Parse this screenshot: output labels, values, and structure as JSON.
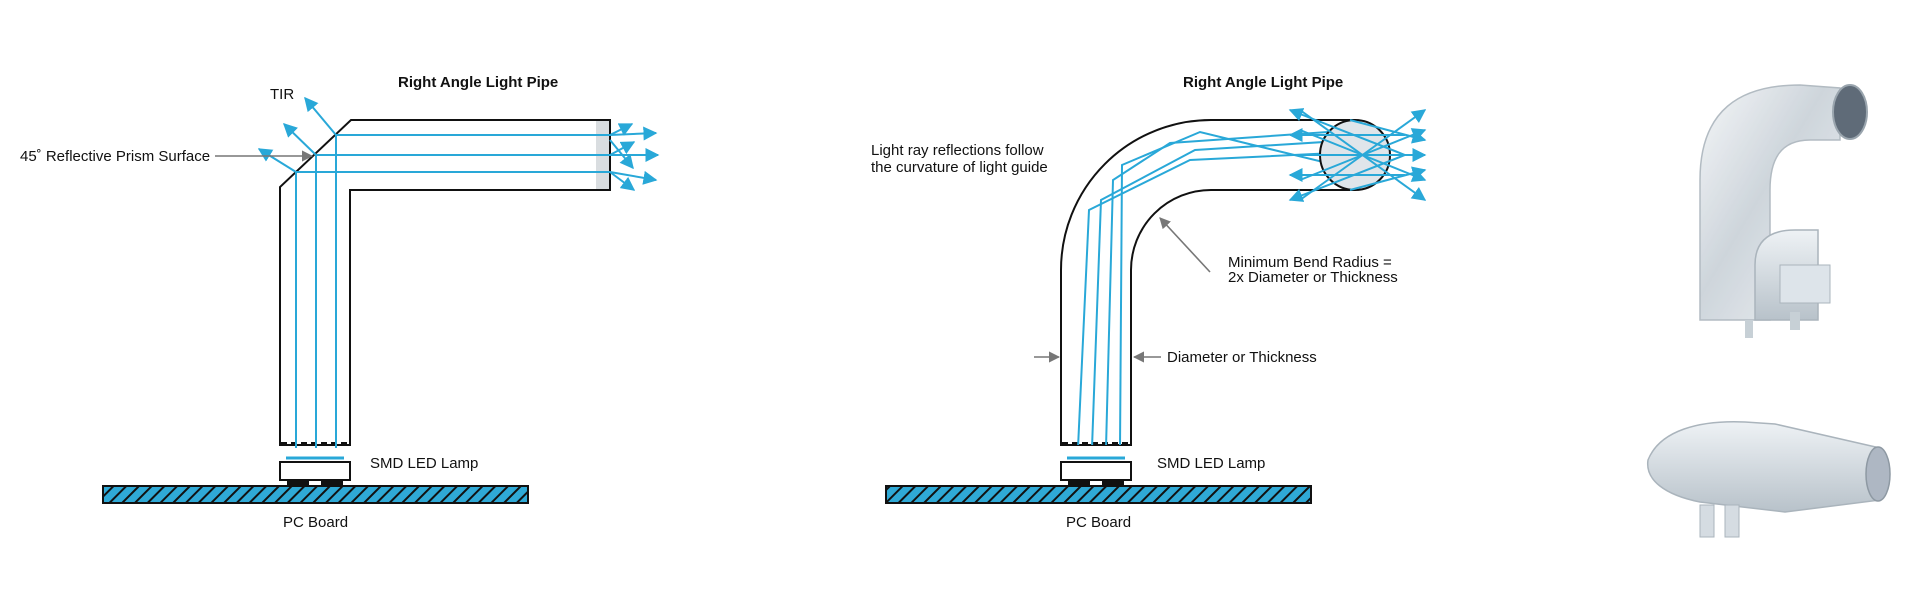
{
  "diagram_left": {
    "title": "Right Angle Light Pipe",
    "labels": {
      "tir": "TIR",
      "prism": "45˚ Reflective Prism Surface",
      "lamp": "SMD LED Lamp",
      "board": "PC Board"
    }
  },
  "diagram_right": {
    "title": "Right Angle Light Pipe",
    "labels": {
      "reflect_line1": "Light ray reflections follow",
      "reflect_line2": "the curvature of light guide",
      "bend_line1": "Minimum Bend Radius =",
      "bend_line2": "2x Diameter or Thickness",
      "diameter": "Diameter or Thickness",
      "lamp": "SMD LED Lamp",
      "board": "PC Board"
    }
  },
  "colors": {
    "ray": "#29a8d8",
    "board": "#2fa9d6",
    "outline": "#111111",
    "arrow": "#777777",
    "acrylic": "#dfe5ea"
  }
}
